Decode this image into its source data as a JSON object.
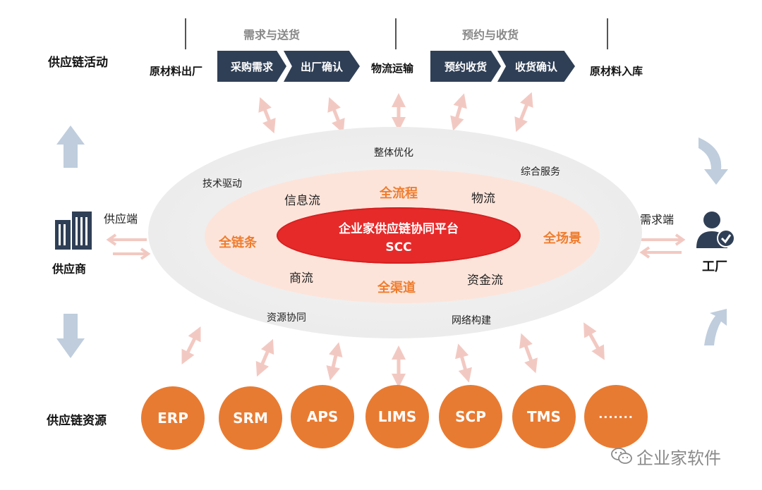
{
  "top": {
    "row_label": "供应链活动",
    "phases": [
      "需求与送货",
      "预约与收货"
    ],
    "steps": {
      "start": "原材料出厂",
      "s1": "采购需求",
      "s2": "出厂确认",
      "mid": "物流运输",
      "s3": "预约收货",
      "s4": "收货确认",
      "end": "原材料入库"
    }
  },
  "outer_ring": {
    "top": "整体优化",
    "top_left": "技术驱动",
    "top_right": "综合服务",
    "bottom_left": "资源协同",
    "bottom_right": "网络构建"
  },
  "inner_ring": {
    "info_flow": "信息流",
    "logistics": "物流",
    "commerce": "商流",
    "capital": "资金流",
    "full_process": "全流程",
    "full_chain": "全链条",
    "full_scene": "全场景",
    "full_channel": "全渠道"
  },
  "core": {
    "title": "企业家供应链协同平台",
    "subtitle": "SCC"
  },
  "left": {
    "end_label": "供应端",
    "entity_label": "供应商"
  },
  "right": {
    "end_label": "需求端",
    "entity_label": "工厂"
  },
  "resources": {
    "row_label": "供应链资源",
    "items": [
      "ERP",
      "SRM",
      "APS",
      "LIMS",
      "SCP",
      "TMS",
      "·······"
    ]
  },
  "watermark": "企业家软件",
  "colors": {
    "chevron": "#2f3f56",
    "accent_orange": "#ee7d2e",
    "core_red": "#e62a2a",
    "resource_circle": "#e87b32",
    "inner_ellipse": "#fde4da",
    "outer_ellipse": "#eeeeee",
    "arrow_pink": "#f2c9c2",
    "arrow_blue": "#bfcddd"
  }
}
